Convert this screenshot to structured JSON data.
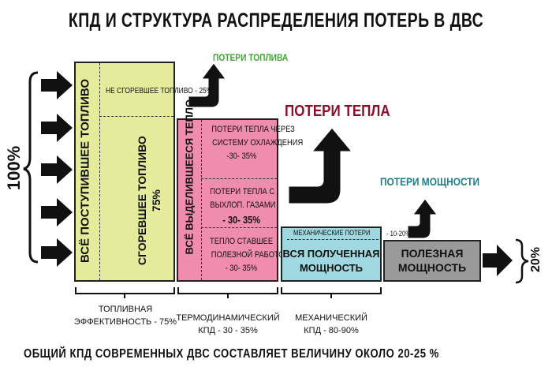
{
  "title": "КПД  И СТРУКТУРА  РАСПРЕДЕЛЕНИЯ ПОТЕРЬ В ДВС",
  "left_percent": "100%",
  "right_percent": "20%",
  "fuel_box": {
    "vertical_label": "ВСЁ ПОСТУПИВШЕЕ ТОПЛИВО",
    "unburned": "НЕ СГОРЕВШЕЕ ТОПЛИВО - 25%",
    "burned": "СГОРЕВШЕЕ ТОПЛИВО 75%"
  },
  "heat_box": {
    "vertical_label": "ВСЁ ВЫДЕЛИВШЕЕСЯ ТЕПЛО",
    "cooling": [
      "ПОТЕРИ ТЕПЛА ЧЕРЕЗ",
      "СИСТЕМУ ОХЛАЖДЕНИЯ",
      "-30- 35%"
    ],
    "exhaust": [
      "ПОТЕРИ ТЕПЛА С",
      "ВЫХЛОП. ГАЗАМИ",
      "- 30- 35%"
    ],
    "useful": [
      "ТЕПЛО СТАВШЕЕ",
      "ПОЛЕЗНОЙ РАБОТОЙ",
      "- 30- 35%"
    ]
  },
  "mech_box": {
    "top_note": "МЕХАНИЧЕСКИЕ ПОТЕРИ",
    "top_note_value": "- 10-20%",
    "label": [
      "ВСЯ ПОЛУЧЕННАЯ",
      "МОЩНОСТЬ"
    ]
  },
  "useful_box": {
    "label": [
      "ПОЛЕЗНАЯ",
      "МОЩНОСТЬ"
    ]
  },
  "loss_labels": {
    "fuel": "ПОТЕРИ ТОПЛИВА",
    "heat": "ПОТЕРИ  ТЕПЛА",
    "power": "ПОТЕРИ МОЩНОСТИ"
  },
  "captions": {
    "fuel": [
      "ТОПЛИВНАЯ",
      "ЭФФЕКТИВНОСТЬ - 75%"
    ],
    "thermo": [
      "ТЕРМОДИНАМИЧЕСКИЙ",
      "КПД - 30 - 35%"
    ],
    "mech": [
      "МЕХАНИЧЕСКИЙ",
      "КПД - 80-90%"
    ]
  },
  "footer": "ОБЩИЙ КПД СОВРЕМЕННЫХ ДВС СОСТАВЛЯЕТ ВЕЛИЧИНУ ОКОЛО 20-25 %",
  "colors": {
    "fuel": "#e4ec9c",
    "heat": "#f08cad",
    "mech": "#9fd8e0",
    "useful": "#9a9a9a",
    "green": "#3fa535",
    "red": "#8b0e2a",
    "teal": "#1e7d86"
  },
  "icons": [
    "arrow-right-icon",
    "arrow-up-bend-icon",
    "brace-icon"
  ]
}
